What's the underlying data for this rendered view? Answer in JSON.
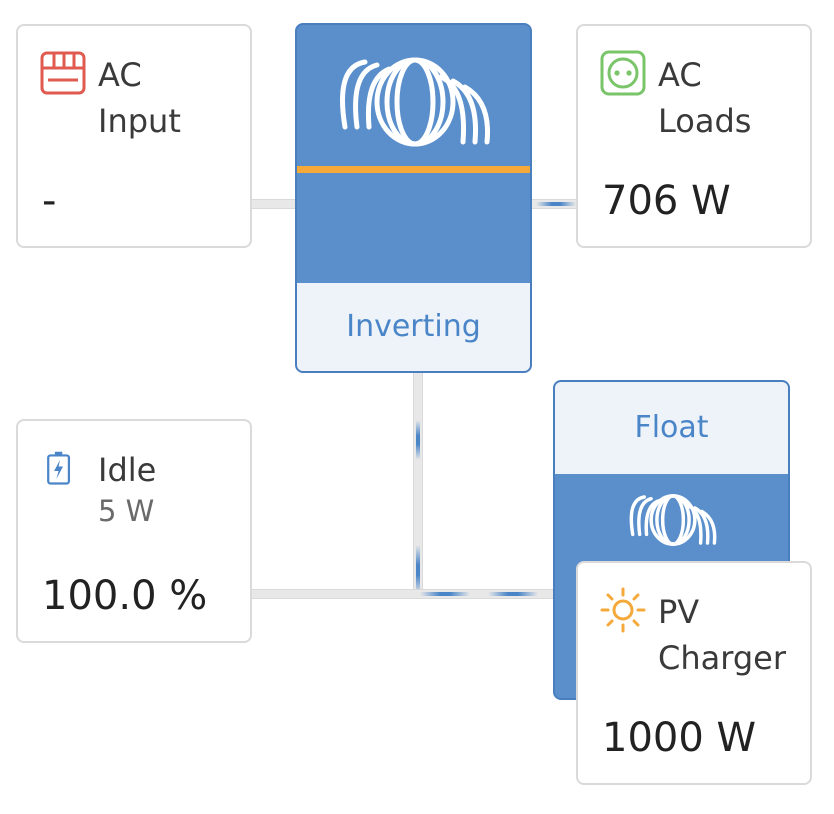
{
  "ac_input": {
    "title": "AC\nInput",
    "value": "-"
  },
  "ac_loads": {
    "title": "AC\nLoads",
    "value": "706 W"
  },
  "inverter": {
    "state": "Inverting"
  },
  "battery": {
    "title": "Idle",
    "power": "5 W",
    "soc": "100.0 %"
  },
  "solar_charger": {
    "state": "Float"
  },
  "pv_charger": {
    "title": "PV\nCharger",
    "value": "1000 W"
  },
  "colors": {
    "device_blue": "#5a8fcc",
    "state_text": "#4a85c8",
    "ac_input_icon": "#e05a50",
    "ac_loads_icon": "#7ac46a",
    "battery_icon": "#4a85c8",
    "pv_icon": "#f4a93a",
    "separator": "#f4a93a"
  },
  "icons": {
    "ac_input": "grid-icon",
    "ac_loads": "socket-icon",
    "battery": "battery-icon",
    "pv": "sun-icon",
    "brand": "victron-logo"
  }
}
